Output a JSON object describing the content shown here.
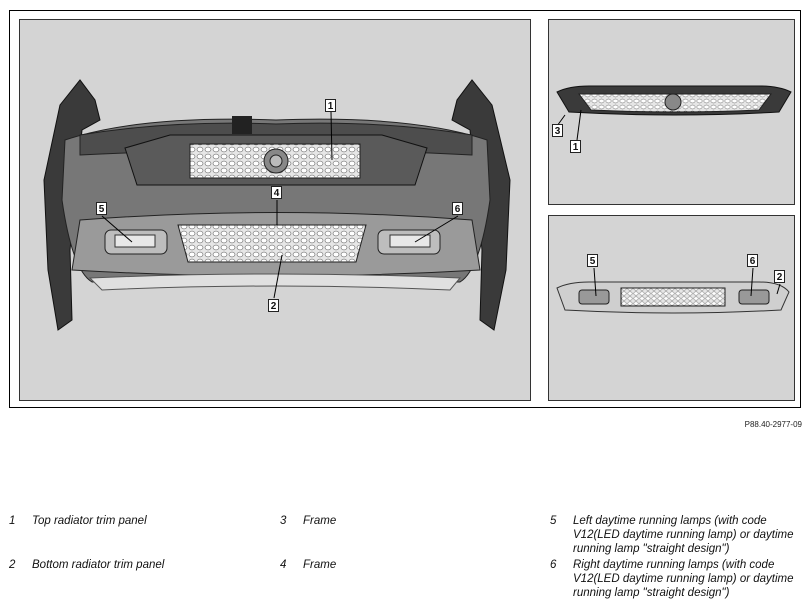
{
  "figure": {
    "code": "P88.40-2977-09",
    "main_callouts": [
      "1",
      "4",
      "5",
      "6",
      "2"
    ],
    "top_right_callouts": [
      "3",
      "1"
    ],
    "bottom_right_callouts": [
      "5",
      "6",
      "2"
    ]
  },
  "legend": [
    {
      "num": "1",
      "text": "Top radiator trim panel"
    },
    {
      "num": "2",
      "text": "Bottom radiator trim panel"
    },
    {
      "num": "3",
      "text": "Frame"
    },
    {
      "num": "4",
      "text": "Frame"
    },
    {
      "num": "5",
      "text": "Left daytime running lamps (with code V12(LED daytime running lamp) or daytime running lamp \"straight design\")"
    },
    {
      "num": "6",
      "text": "Right daytime running lamps (with code V12(LED daytime running lamp) or daytime running lamp \"straight design\")"
    }
  ]
}
